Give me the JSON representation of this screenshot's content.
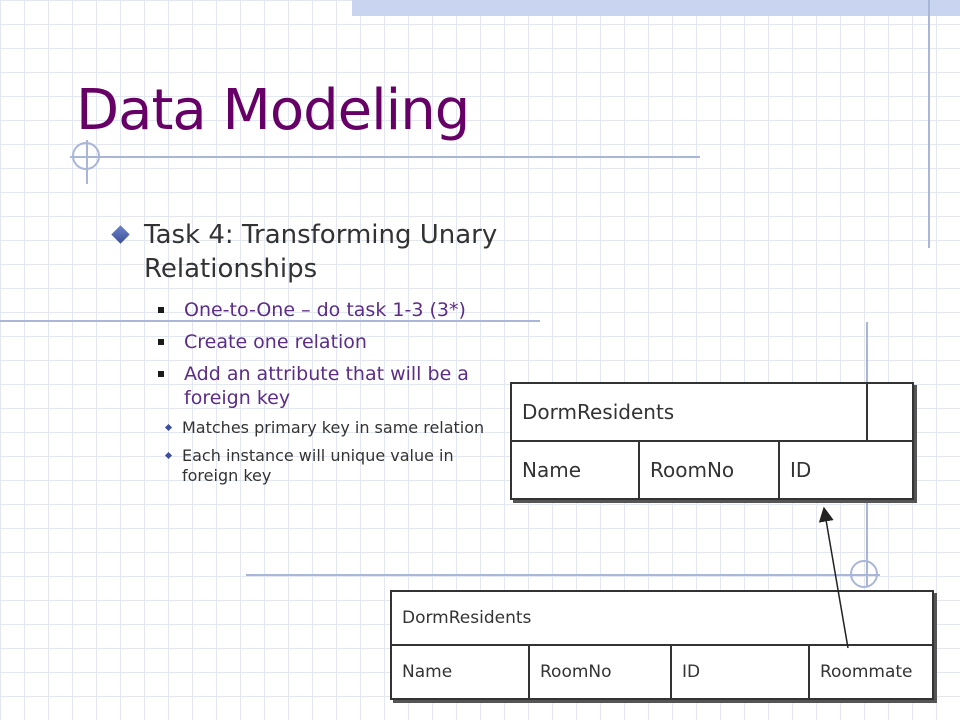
{
  "slide": {
    "title": "Data Modeling",
    "bullet": {
      "text": "Task 4: Transforming Unary Relationships",
      "sub_items": [
        {
          "text": "One-to-One – do task 1-3 (3*)"
        },
        {
          "text": "Create one relation"
        },
        {
          "text": "Add an attribute that will be a foreign key"
        }
      ],
      "sub_sub_items": [
        {
          "text": "Matches primary key in same relation"
        },
        {
          "text": "Each instance will unique value in foreign key"
        }
      ]
    }
  },
  "table_before": {
    "name": "DormResidents",
    "columns": [
      "Name",
      "RoomNo",
      "ID"
    ]
  },
  "table_after": {
    "name": "DormResidents",
    "columns": [
      "Name",
      "RoomNo",
      "ID",
      "Roommate"
    ]
  },
  "colors": {
    "title": "#660066",
    "accent": "#5b2d86",
    "template_blue": "#a9b6d8"
  }
}
